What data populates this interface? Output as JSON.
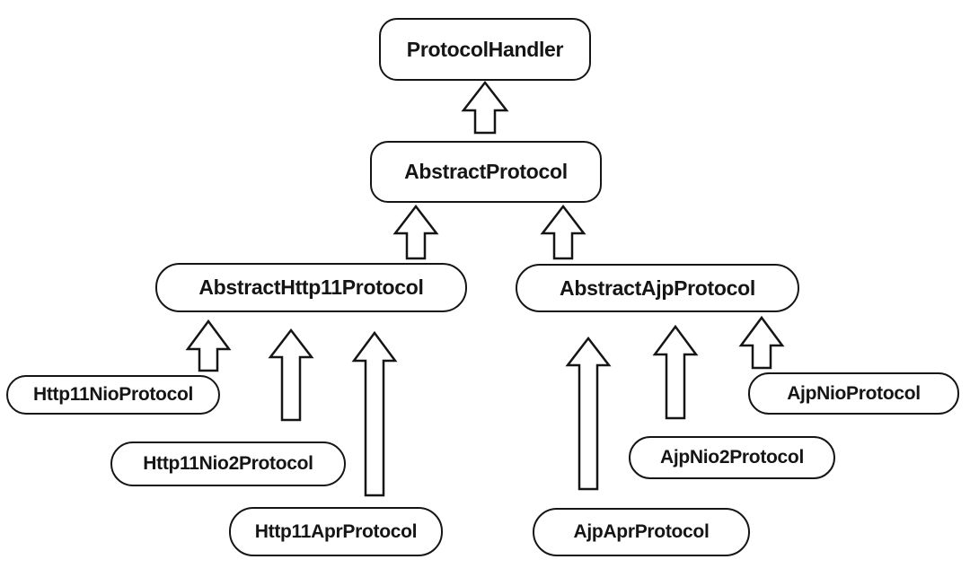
{
  "diagram": {
    "type": "class-hierarchy",
    "nodes": [
      {
        "id": "ProtocolHandler",
        "label": "ProtocolHandler"
      },
      {
        "id": "AbstractProtocol",
        "label": "AbstractProtocol"
      },
      {
        "id": "AbstractHttp11Protocol",
        "label": "AbstractHttp11Protocol"
      },
      {
        "id": "AbstractAjpProtocol",
        "label": "AbstractAjpProtocol"
      },
      {
        "id": "Http11NioProtocol",
        "label": "Http11NioProtocol"
      },
      {
        "id": "Http11Nio2Protocol",
        "label": "Http11Nio2Protocol"
      },
      {
        "id": "Http11AprProtocol",
        "label": "Http11AprProtocol"
      },
      {
        "id": "AjpAprProtocol",
        "label": "AjpAprProtocol"
      },
      {
        "id": "AjpNio2Protocol",
        "label": "AjpNio2Protocol"
      },
      {
        "id": "AjpNioProtocol",
        "label": "AjpNioProtocol"
      }
    ],
    "edges": [
      {
        "from": "AbstractProtocol",
        "to": "ProtocolHandler",
        "relation": "extends"
      },
      {
        "from": "AbstractHttp11Protocol",
        "to": "AbstractProtocol",
        "relation": "extends"
      },
      {
        "from": "AbstractAjpProtocol",
        "to": "AbstractProtocol",
        "relation": "extends"
      },
      {
        "from": "Http11NioProtocol",
        "to": "AbstractHttp11Protocol",
        "relation": "extends"
      },
      {
        "from": "Http11Nio2Protocol",
        "to": "AbstractHttp11Protocol",
        "relation": "extends"
      },
      {
        "from": "Http11AprProtocol",
        "to": "AbstractHttp11Protocol",
        "relation": "extends"
      },
      {
        "from": "AjpAprProtocol",
        "to": "AbstractAjpProtocol",
        "relation": "extends"
      },
      {
        "from": "AjpNio2Protocol",
        "to": "AbstractAjpProtocol",
        "relation": "extends"
      },
      {
        "from": "AjpNioProtocol",
        "to": "AbstractAjpProtocol",
        "relation": "extends"
      }
    ],
    "colors": {
      "background": "#ffffff",
      "stroke": "#151515",
      "text": "#151515"
    }
  }
}
